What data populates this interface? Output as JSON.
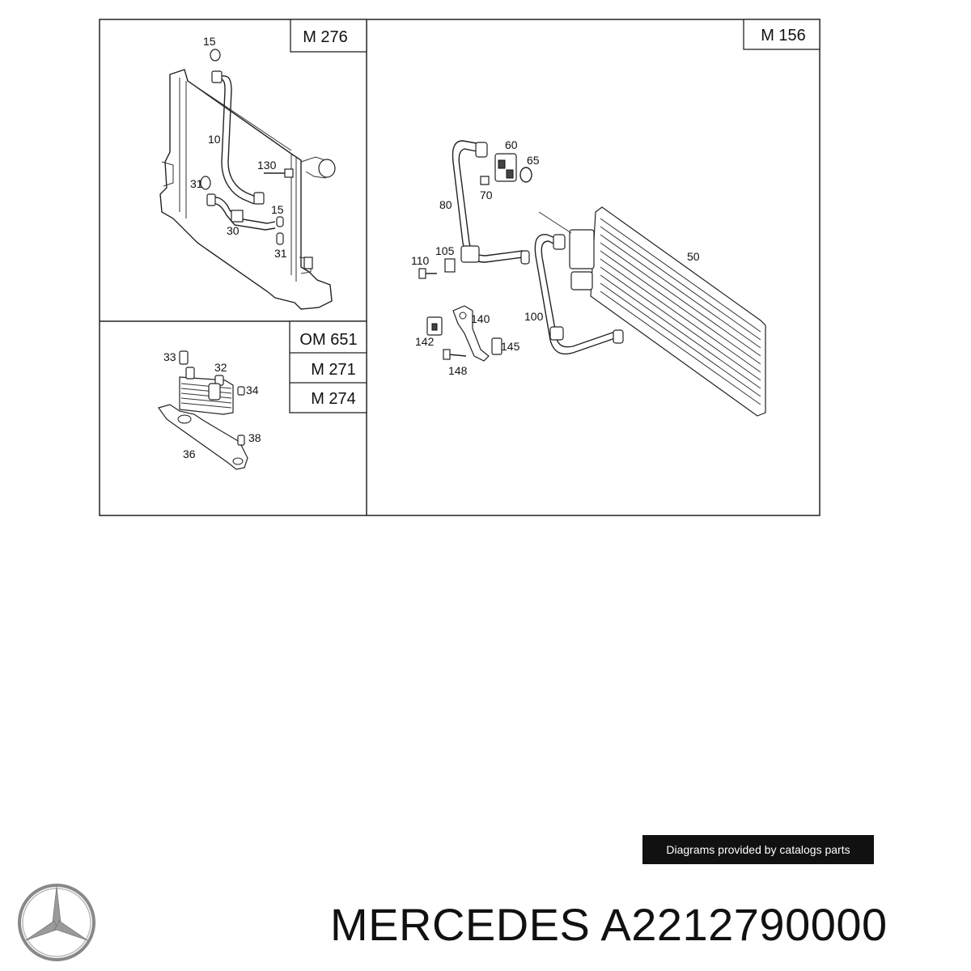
{
  "panels": {
    "top_left": {
      "engine": "M 276",
      "labels": [
        "15",
        "10",
        "130",
        "31",
        "15",
        "30",
        "31"
      ]
    },
    "top_right": {
      "engine": "M 156",
      "labels": [
        "60",
        "65",
        "70",
        "80",
        "50",
        "105",
        "110",
        "100",
        "140",
        "142",
        "145",
        "148"
      ]
    },
    "bottom_left": {
      "engines": [
        "OM 651",
        "M 271",
        "M 274"
      ],
      "labels": [
        "33",
        "32",
        "34",
        "38",
        "36"
      ]
    }
  },
  "credit_text": "Diagrams provided by catalogs parts",
  "footer": {
    "brand": "MERCEDES",
    "part_number": "A2212790000"
  },
  "logo_icon": "mercedes-star-icon"
}
